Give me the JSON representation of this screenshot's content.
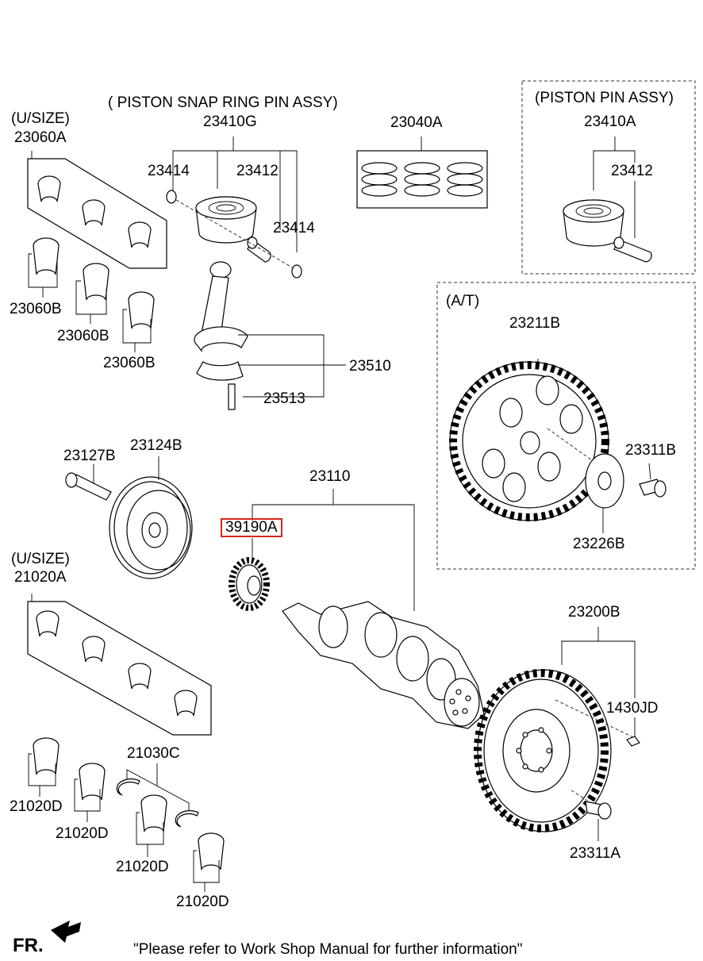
{
  "labels": {
    "piston_snap_ring_pin_assy": "( PISTON  SNAP RING  PIN ASSY)",
    "p23410G": "23410G",
    "p23414_left": "23414",
    "p23412_left": "23412",
    "p23414_right": "23414",
    "p23040A": "23040A",
    "piston_pin_assy": "(PISTON  PIN ASSY)",
    "p23410A": "23410A",
    "p23412_right": "23412",
    "usize_top": "(U/SIZE)",
    "p23060A": "23060A",
    "p23060B_1": "23060B",
    "p23060B_2": "23060B",
    "p23060B_3": "23060B",
    "p23510": "23510",
    "p23513": "23513",
    "at": "(A/T)",
    "p23211B": "23211B",
    "p23311B": "23311B",
    "p23226B": "23226B",
    "p23127B": "23127B",
    "p23124B": "23124B",
    "p23110": "23110",
    "p39190A": "39190A",
    "usize_bottom": "(U/SIZE)",
    "p21020A": "21020A",
    "p23200B": "23200B",
    "p1430JD": "1430JD",
    "p21030C": "21030C",
    "p21020D_1": "21020D",
    "p21020D_2": "21020D",
    "p21020D_3": "21020D",
    "p21020D_4": "21020D",
    "p23311A": "23311A",
    "fr": "FR.",
    "footer_note": "\"Please refer to Work Shop Manual for further information\""
  },
  "highlight_color": "#d9261c"
}
